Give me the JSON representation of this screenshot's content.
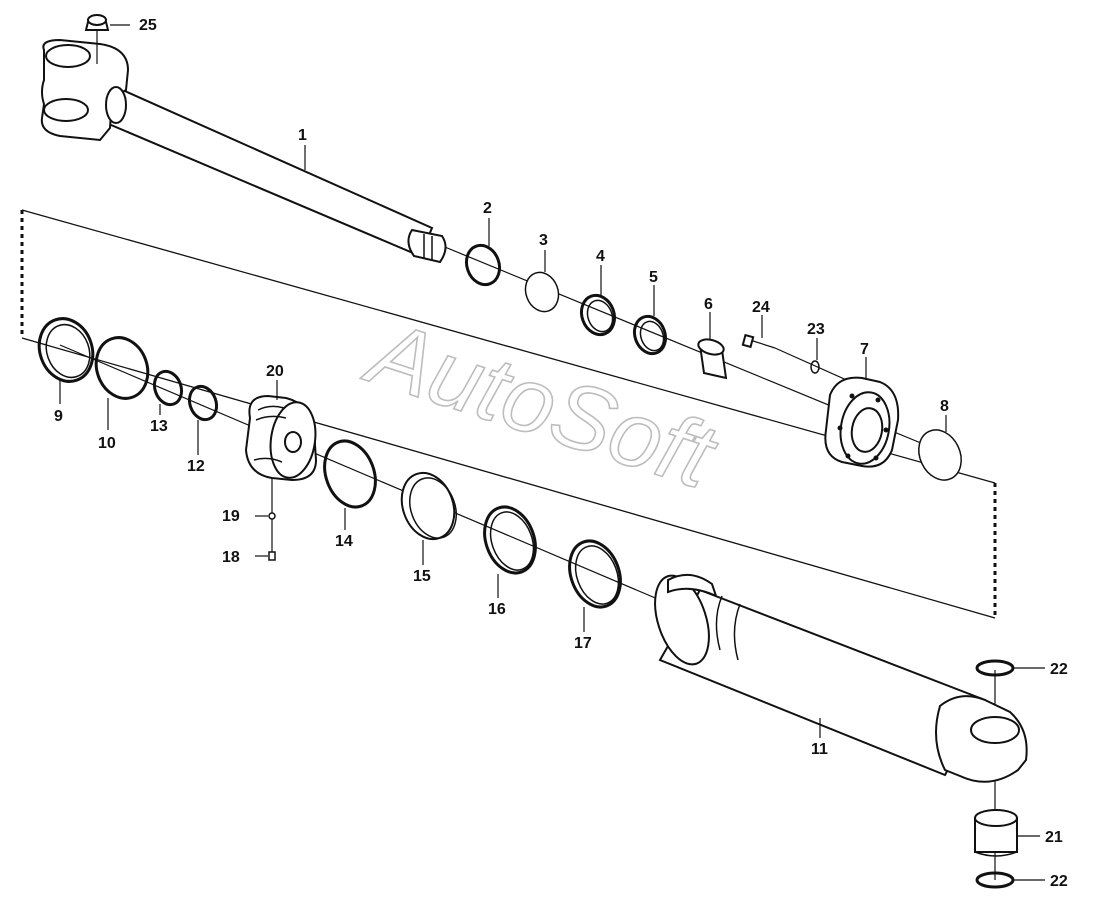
{
  "watermark": "AutoSoft",
  "labels": {
    "p1": "1",
    "p2": "2",
    "p3": "3",
    "p4": "4",
    "p5": "5",
    "p6": "6",
    "p7": "7",
    "p8": "8",
    "p9": "9",
    "p10": "10",
    "p11": "11",
    "p12": "12",
    "p13": "13",
    "p14": "14",
    "p15": "15",
    "p16": "16",
    "p17": "17",
    "p18": "18",
    "p19": "19",
    "p20": "20",
    "p21": "21",
    "p22a": "22",
    "p22b": "22",
    "p23": "23",
    "p24": "24",
    "p25": "25"
  }
}
